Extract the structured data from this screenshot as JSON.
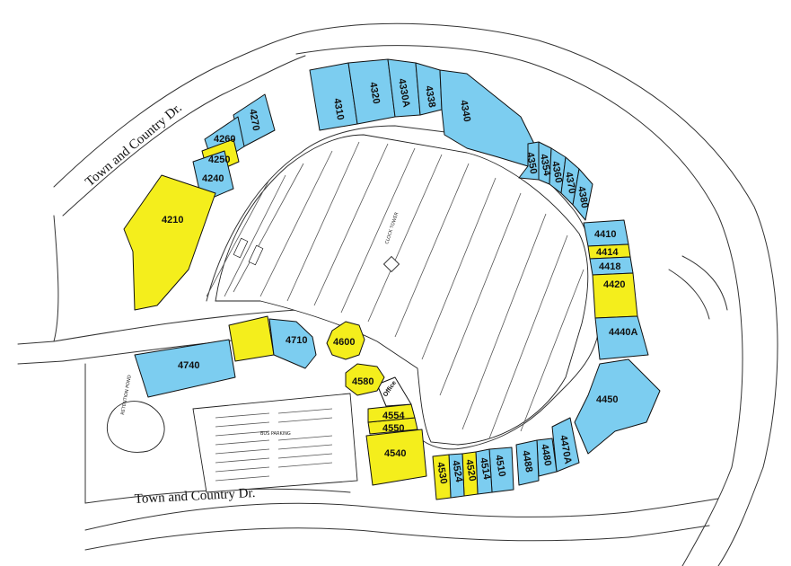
{
  "roads": {
    "north": "Town and Country Dr.",
    "south": "Town and Country Dr."
  },
  "features": {
    "clock_tower": "CLOCK TOWER",
    "retention_pond": "RETENTION POND",
    "bus_parking": "BUS PARKING",
    "office": "Office"
  },
  "colors": {
    "blue": "#7ccdf0",
    "yellow": "#f4ee1c"
  },
  "units": [
    {
      "id": "4310",
      "status": "blue"
    },
    {
      "id": "4320",
      "status": "blue"
    },
    {
      "id": "4330A",
      "status": "blue"
    },
    {
      "id": "4338",
      "status": "blue"
    },
    {
      "id": "4340",
      "status": "blue"
    },
    {
      "id": "4350",
      "status": "blue"
    },
    {
      "id": "4354",
      "status": "blue"
    },
    {
      "id": "4360",
      "status": "blue"
    },
    {
      "id": "4370",
      "status": "blue"
    },
    {
      "id": "4380",
      "status": "blue"
    },
    {
      "id": "4410",
      "status": "blue"
    },
    {
      "id": "4414",
      "status": "yellow"
    },
    {
      "id": "4418",
      "status": "blue"
    },
    {
      "id": "4420",
      "status": "yellow"
    },
    {
      "id": "4440A",
      "status": "blue"
    },
    {
      "id": "4450",
      "status": "blue"
    },
    {
      "id": "4470A",
      "status": "blue"
    },
    {
      "id": "4480",
      "status": "blue"
    },
    {
      "id": "4488",
      "status": "blue"
    },
    {
      "id": "4510",
      "status": "blue"
    },
    {
      "id": "4514",
      "status": "blue"
    },
    {
      "id": "4520",
      "status": "yellow"
    },
    {
      "id": "4524",
      "status": "blue"
    },
    {
      "id": "4530",
      "status": "yellow"
    },
    {
      "id": "4540",
      "status": "yellow"
    },
    {
      "id": "4550",
      "status": "yellow"
    },
    {
      "id": "4554",
      "status": "yellow"
    },
    {
      "id": "4580",
      "status": "yellow"
    },
    {
      "id": "4600",
      "status": "yellow"
    },
    {
      "id": "4710",
      "status": "blue"
    },
    {
      "id": "4740",
      "status": "blue"
    },
    {
      "id": "4210",
      "status": "yellow"
    },
    {
      "id": "4240",
      "status": "blue"
    },
    {
      "id": "4250",
      "status": "yellow"
    },
    {
      "id": "4260",
      "status": "blue"
    },
    {
      "id": "4270",
      "status": "blue"
    }
  ]
}
